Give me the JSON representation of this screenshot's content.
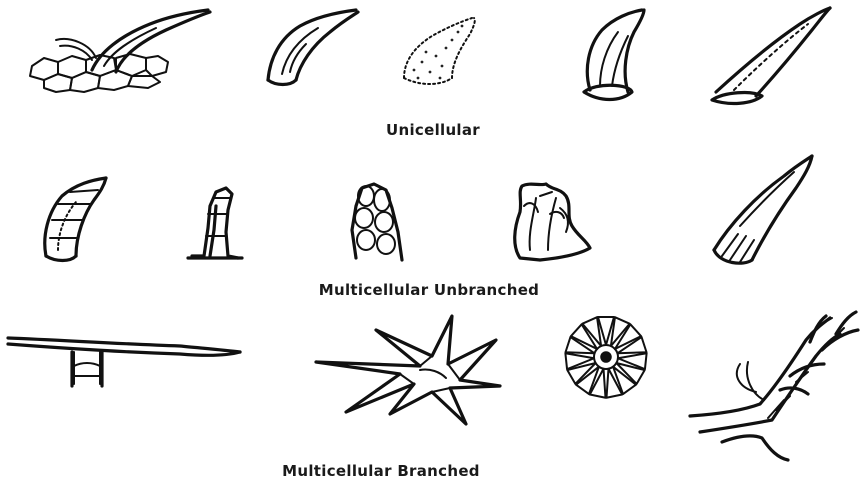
{
  "captions": {
    "unicellular": "Unicellular",
    "multicellular_unbranched": "Multicellular Unbranched",
    "multicellular_branched": "Multicellular Branched"
  }
}
